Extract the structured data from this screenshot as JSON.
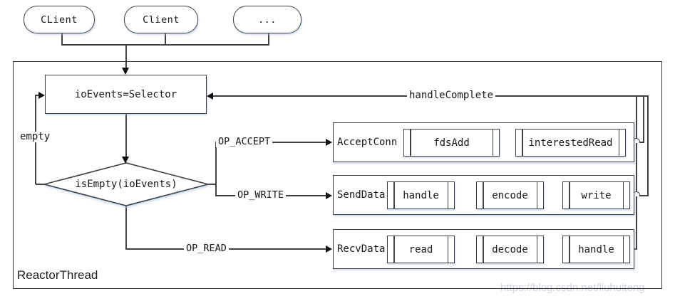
{
  "colors": {
    "line": "#3f4245",
    "text": "#17181a",
    "watermark": "#ccd3d9",
    "shadow_tint": "#a8bfdf"
  },
  "clients": [
    {
      "label": "CLient"
    },
    {
      "label": "Client"
    },
    {
      "label": "..."
    }
  ],
  "reactor": {
    "container_label": "ReactorThread",
    "selector_label": "ioEvents=Selector",
    "empty_label": "empty",
    "decision_label": "isEmpty(ioEvents)",
    "feedback_label": "handleComplete",
    "branch_labels": {
      "accept": "OP_ACCEPT",
      "write": "OP_WRITE",
      "read": "OP_READ"
    },
    "handlers": [
      {
        "label": "AcceptConn",
        "steps": [
          "fdsAdd",
          "interestedRead"
        ]
      },
      {
        "label": "SendData",
        "steps": [
          "handle",
          "encode",
          "write"
        ]
      },
      {
        "label": "RecvData",
        "steps": [
          "read",
          "decode",
          "handle"
        ]
      }
    ]
  },
  "watermark": "https://blog.csdn.net/liuhuiteng"
}
